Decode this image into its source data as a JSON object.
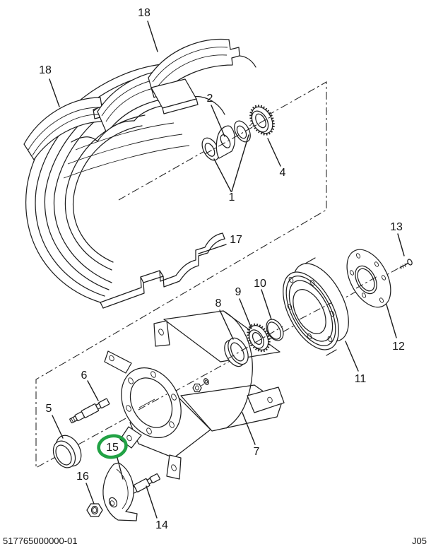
{
  "drawing": {
    "type": "exploded-parts-diagram",
    "subject": "wheel-hub-and-rim-assembly"
  },
  "colors": {
    "line": "#1f1f1f",
    "background": "#ffffff",
    "highlight_green": "#22a245"
  },
  "footer": {
    "doc_code": "517765000000-01",
    "page_code": "J05"
  },
  "highlight": {
    "shape": "ellipse",
    "around_callout": "15"
  },
  "callouts": [
    {
      "id": "18-top",
      "label": "18"
    },
    {
      "id": "18-left",
      "label": "18"
    },
    {
      "id": "17",
      "label": "17"
    },
    {
      "id": "2",
      "label": "2"
    },
    {
      "id": "1",
      "label": "1"
    },
    {
      "id": "4",
      "label": "4"
    },
    {
      "id": "13",
      "label": "13"
    },
    {
      "id": "12",
      "label": "12"
    },
    {
      "id": "11",
      "label": "11"
    },
    {
      "id": "10",
      "label": "10"
    },
    {
      "id": "9",
      "label": "9"
    },
    {
      "id": "8",
      "label": "8"
    },
    {
      "id": "7",
      "label": "7"
    },
    {
      "id": "6",
      "label": "6"
    },
    {
      "id": "5",
      "label": "5"
    },
    {
      "id": "15",
      "label": "15",
      "highlighted": true
    },
    {
      "id": "16",
      "label": "16"
    },
    {
      "id": "14",
      "label": "14"
    }
  ]
}
